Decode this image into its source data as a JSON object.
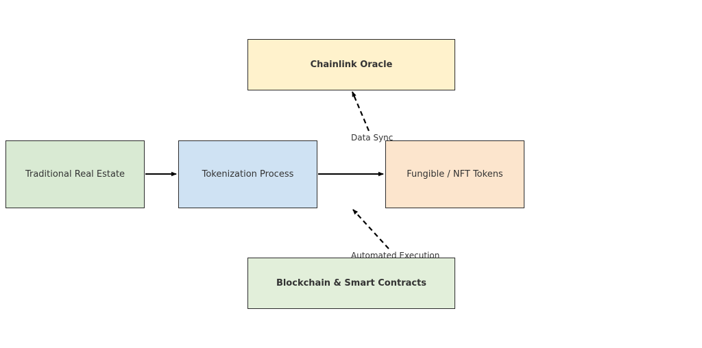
{
  "nodes": {
    "chainlink_oracle": {
      "label": "Chainlink Oracle",
      "fill": "#fff2cc"
    },
    "traditional_real_estate": {
      "label": "Traditional Real Estate",
      "fill": "#d9ead3"
    },
    "tokenization_process": {
      "label": "Tokenization Process",
      "fill": "#cfe2f3"
    },
    "fungible_nft_tokens": {
      "label": "Fungible / NFT Tokens",
      "fill": "#fce5cd"
    },
    "blockchain_smart_contracts": {
      "label": "Blockchain & Smart Contracts",
      "fill": "#e2efda"
    }
  },
  "edges": {
    "data_sync": {
      "label": "Data Sync",
      "style": "dashed"
    },
    "automated_execution": {
      "label": "Automated Execution",
      "style": "dashed"
    },
    "real_estate_to_tokenization": {
      "style": "solid"
    },
    "tokenization_to_tokens": {
      "style": "solid"
    }
  },
  "colors": {
    "stroke": "#2b2b2b",
    "text": "#333333",
    "arrow": "#000000"
  }
}
